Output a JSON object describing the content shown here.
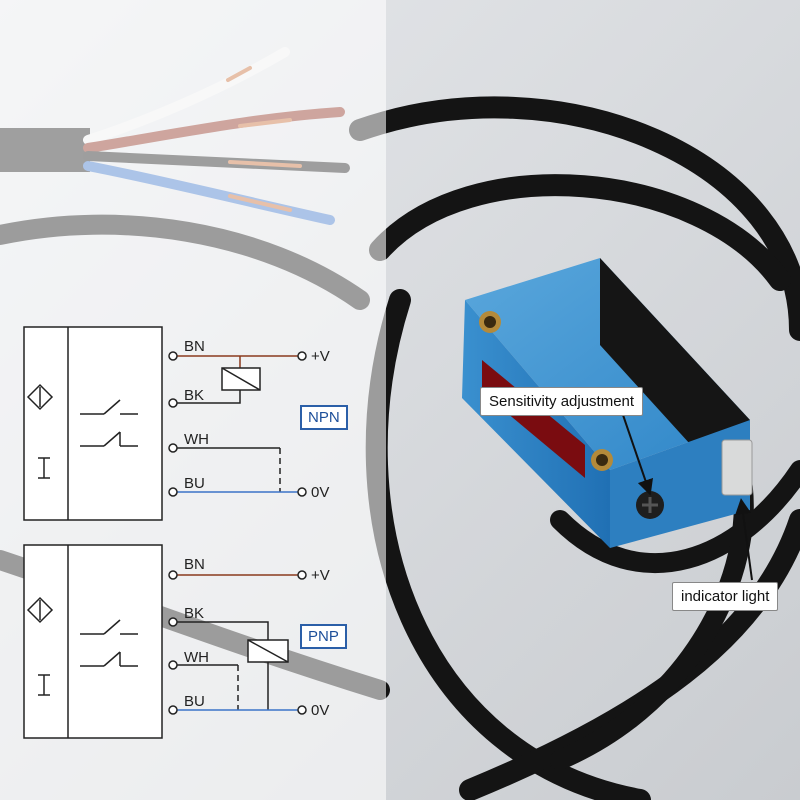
{
  "callouts": {
    "sensitivity": "Sensitivity adjustment",
    "indicator": "indicator light"
  },
  "wiring": {
    "npn": {
      "mode": "NPN",
      "wires": [
        "BN",
        "BK",
        "WH",
        "BU"
      ],
      "supply_plus": "+V",
      "supply_zero": "0V"
    },
    "pnp": {
      "mode": "PNP",
      "wires": [
        "BN",
        "BK",
        "WH",
        "BU"
      ],
      "supply_plus": "+V",
      "supply_zero": "0V"
    }
  },
  "colors": {
    "sensor_body": "#2f86c8",
    "sensor_top": "#1c1c1c",
    "cable": "#111111",
    "lens": "#8a0f14",
    "wire_brown": "#8a3a1e",
    "wire_blue": "#3b73c8",
    "wire_white": "#f2f2f2",
    "wire_black": "#1a1a1a",
    "tag_border": "#2b5fa8"
  }
}
